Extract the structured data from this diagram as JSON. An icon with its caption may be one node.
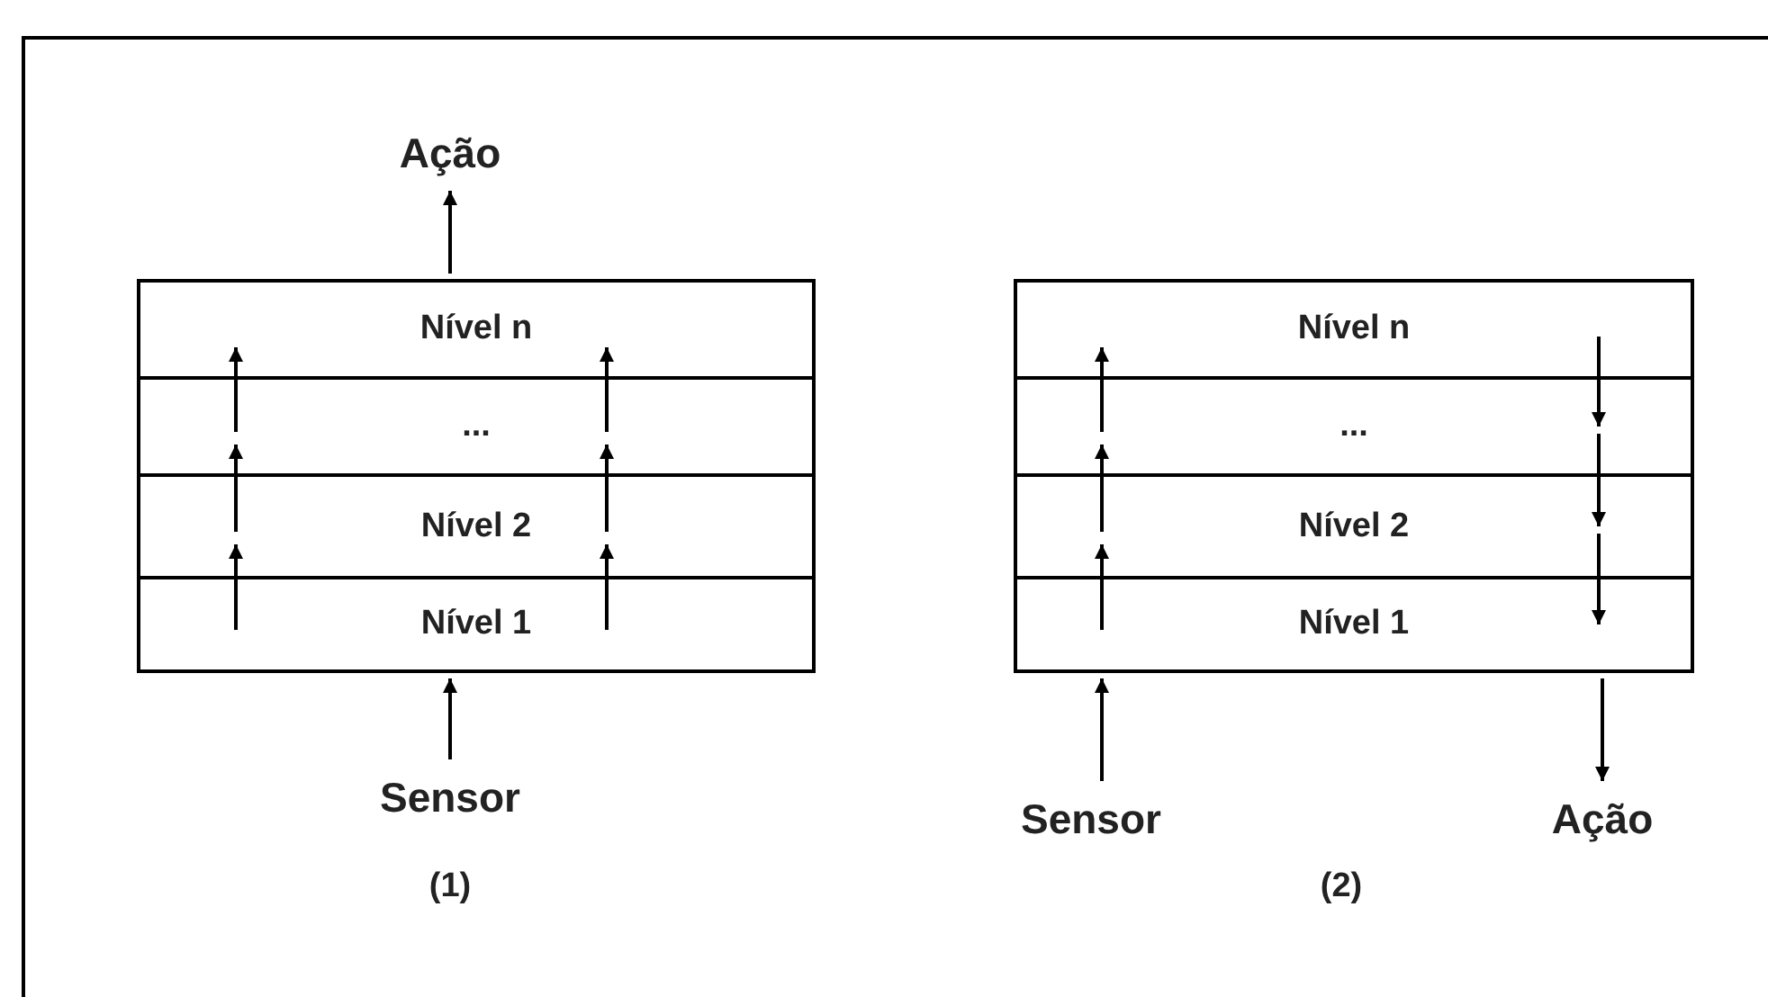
{
  "diagram": {
    "nodes": [
      {
        "text": [
          "Ação"
        ]
      },
      {
        "text": [
          "Nível n"
        ]
      },
      {
        "text": [
          "..."
        ]
      },
      {
        "text": [
          "Nível 2"
        ]
      },
      {
        "text": [
          "Nível 1"
        ]
      },
      {
        "text": [
          "Sensor"
        ]
      },
      {
        "text": [
          "Nível n"
        ]
      },
      {
        "text": [
          "..."
        ]
      },
      {
        "text": [
          "Nível 2"
        ]
      },
      {
        "text": [
          "Nível 1"
        ]
      },
      {
        "text": [
          "Sensor"
        ]
      },
      {
        "text": [
          "Ação"
        ]
      }
    ],
    "edges": [
      {
        "from": 5,
        "to": 4,
        "arrow": "to"
      },
      {
        "from": 4,
        "to": 3,
        "arrow": "to"
      },
      {
        "from": 3,
        "to": 2,
        "arrow": "to"
      },
      {
        "from": 2,
        "to": 1,
        "arrow": "to"
      },
      {
        "from": 4,
        "to": 3,
        "arrow": "to"
      },
      {
        "from": 3,
        "to": 2,
        "arrow": "to"
      },
      {
        "from": 2,
        "to": 1,
        "arrow": "to"
      },
      {
        "from": 1,
        "to": 0,
        "arrow": "to"
      },
      {
        "from": 10,
        "to": 9,
        "arrow": "to"
      },
      {
        "from": 9,
        "to": 8,
        "arrow": "to"
      },
      {
        "from": 8,
        "to": 7,
        "arrow": "to"
      },
      {
        "from": 7,
        "to": 6,
        "arrow": "to"
      },
      {
        "from": 6,
        "to": 7,
        "arrow": "to"
      },
      {
        "from": 7,
        "to": 8,
        "arrow": "to"
      },
      {
        "from": 8,
        "to": 9,
        "arrow": "to"
      },
      {
        "from": 9,
        "to": 11,
        "arrow": "to"
      }
    ],
    "labels": [
      "(1)",
      "(2)"
    ]
  }
}
